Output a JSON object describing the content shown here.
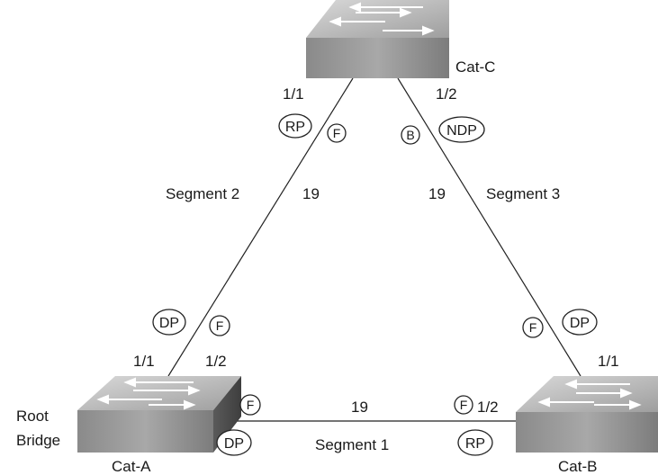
{
  "switches": {
    "cat_c": {
      "name": "Cat-C"
    },
    "cat_a": {
      "name": "Cat-A",
      "role_line1": "Root",
      "role_line2": "Bridge"
    },
    "cat_b": {
      "name": "Cat-B"
    }
  },
  "segments": {
    "seg1": {
      "name": "Segment 1",
      "cost": "19"
    },
    "seg2": {
      "name": "Segment 2",
      "cost": "19"
    },
    "seg3": {
      "name": "Segment 3",
      "cost": "19"
    }
  },
  "ports": {
    "c_1_1": {
      "id": "1/1",
      "role": "RP",
      "state": "F"
    },
    "c_1_2": {
      "id": "1/2",
      "role": "NDP",
      "state": "B"
    },
    "a_1_1": {
      "id": "1/1",
      "role": "DP",
      "state": "F"
    },
    "a_1_2": {
      "id": "1/2",
      "role": "DP",
      "state": "F"
    },
    "b_1_1": {
      "id": "1/1",
      "role": "DP",
      "state": "F"
    },
    "b_1_2": {
      "id": "1/2",
      "role": "RP",
      "state": "F"
    }
  }
}
